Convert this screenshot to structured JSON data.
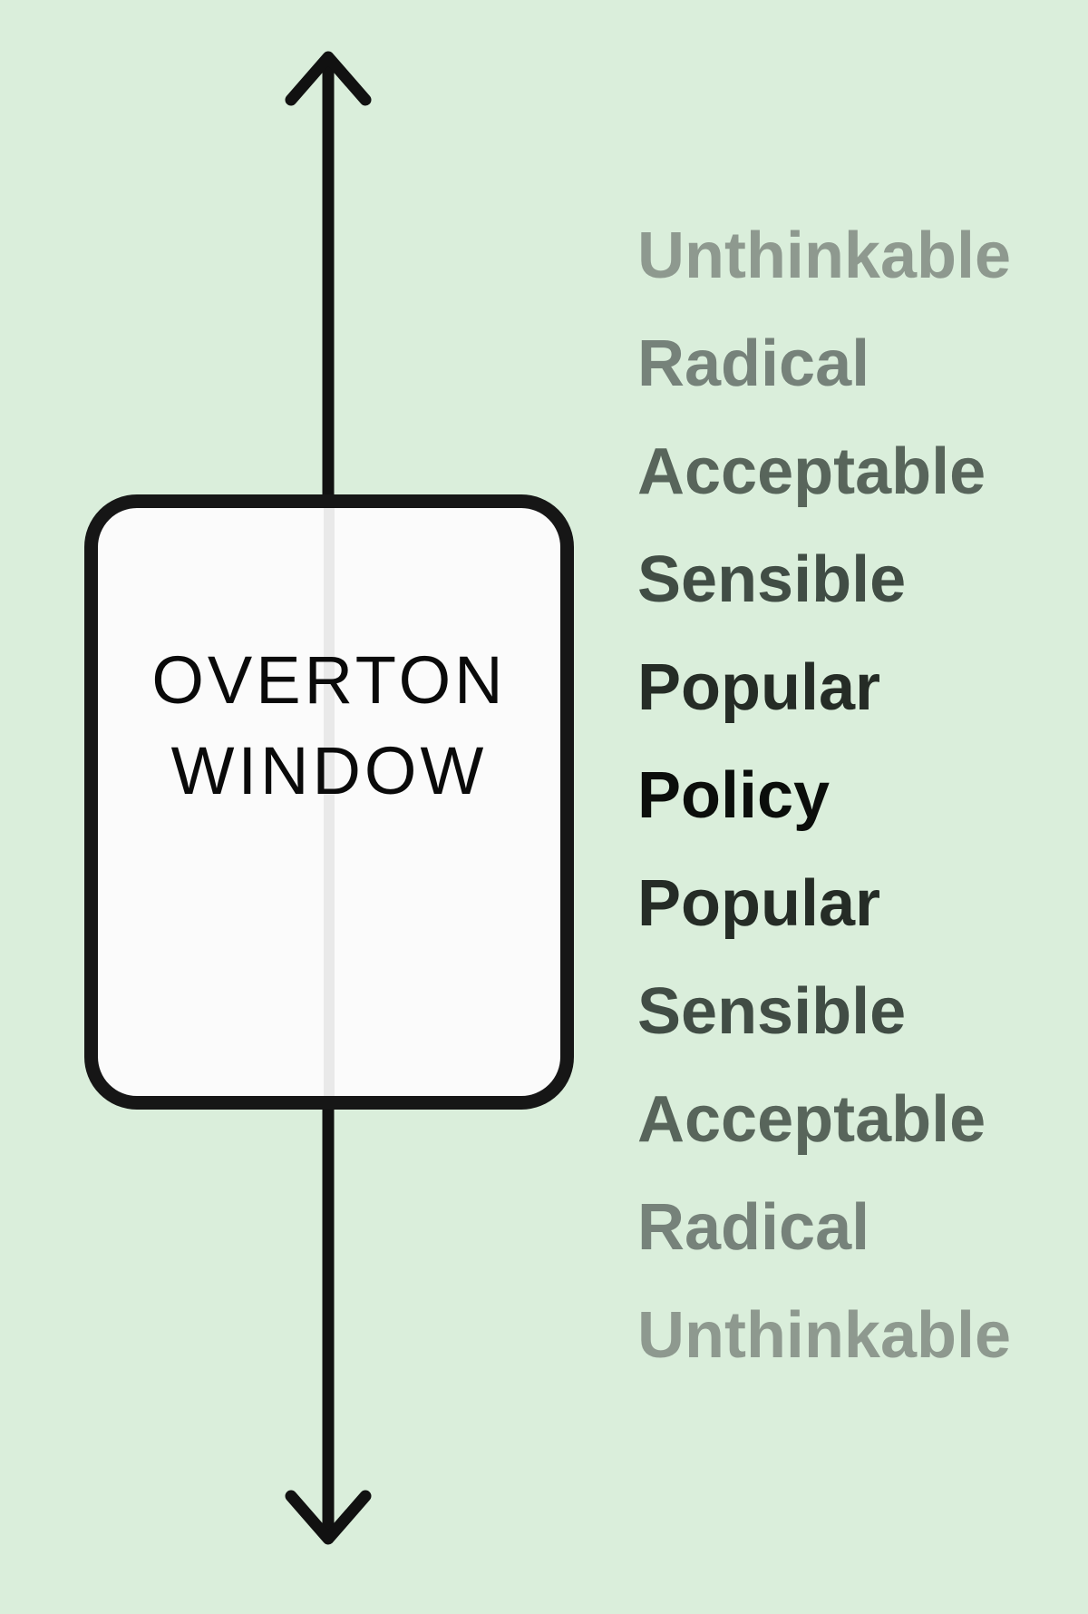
{
  "background_color": "#daeedb",
  "arrow": {
    "color": "#111111"
  },
  "box": {
    "label_line1": "OVERTON",
    "label_line2": "WINDOW",
    "fill": "#fbfbfb",
    "border_color": "#161616",
    "inner_line_color": "#e9e9e9",
    "text_color": "#0a0a0a"
  },
  "scale": {
    "items": [
      {
        "label": "Unthinkable",
        "color": "#8e998f"
      },
      {
        "label": "Radical",
        "color": "#76827a"
      },
      {
        "label": "Acceptable",
        "color": "#58655b"
      },
      {
        "label": "Sensible",
        "color": "#414d45"
      },
      {
        "label": "Popular",
        "color": "#252c26"
      },
      {
        "label": "Policy",
        "color": "#0b0e0b"
      },
      {
        "label": "Popular",
        "color": "#252c26"
      },
      {
        "label": "Sensible",
        "color": "#414d45"
      },
      {
        "label": "Acceptable",
        "color": "#58655b"
      },
      {
        "label": "Radical",
        "color": "#76827a"
      },
      {
        "label": "Unthinkable",
        "color": "#8e998f"
      }
    ]
  }
}
